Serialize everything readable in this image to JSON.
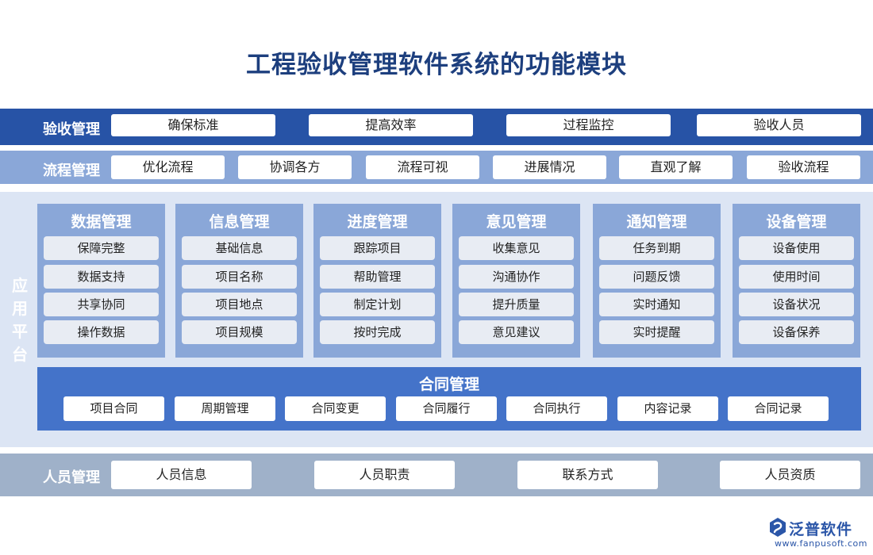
{
  "title": "工程验收管理软件系统的功能模块",
  "yanshou": {
    "label": "验收管理",
    "items": [
      "确保标准",
      "提高效率",
      "过程监控",
      "验收人员"
    ]
  },
  "liucheng": {
    "label": "流程管理",
    "items": [
      "优化流程",
      "协调各方",
      "流程可视",
      "进展情况",
      "直观了解",
      "验收流程"
    ]
  },
  "platform": {
    "label": "应用平台",
    "modules": [
      {
        "title": "数据管理",
        "items": [
          "保障完整",
          "数据支持",
          "共享协同",
          "操作数据"
        ]
      },
      {
        "title": "信息管理",
        "items": [
          "基础信息",
          "项目名称",
          "项目地点",
          "项目规模"
        ]
      },
      {
        "title": "进度管理",
        "items": [
          "跟踪项目",
          "帮助管理",
          "制定计划",
          "按时完成"
        ]
      },
      {
        "title": "意见管理",
        "items": [
          "收集意见",
          "沟通协作",
          "提升质量",
          "意见建议"
        ]
      },
      {
        "title": "通知管理",
        "items": [
          "任务到期",
          "问题反馈",
          "实时通知",
          "实时提醒"
        ]
      },
      {
        "title": "设备管理",
        "items": [
          "设备使用",
          "使用时间",
          "设备状况",
          "设备保养"
        ]
      }
    ],
    "contract": {
      "title": "合同管理",
      "items": [
        "项目合同",
        "周期管理",
        "合同变更",
        "合同履行",
        "合同执行",
        "内容记录",
        "合同记录"
      ]
    }
  },
  "renyuan": {
    "label": "人员管理",
    "items": [
      "人员信息",
      "人员职责",
      "联系方式",
      "人员资质"
    ]
  },
  "logo": {
    "name": "泛普软件",
    "url": "www.fanpusoft.com"
  },
  "colors": {
    "title": "#1d3f7e",
    "band_dark": "#2753a6",
    "band_light": "#8aa7d8",
    "platform_bg": "#dce5f4",
    "contract_bg": "#4473c9",
    "band_gray": "#9fb1c9"
  }
}
